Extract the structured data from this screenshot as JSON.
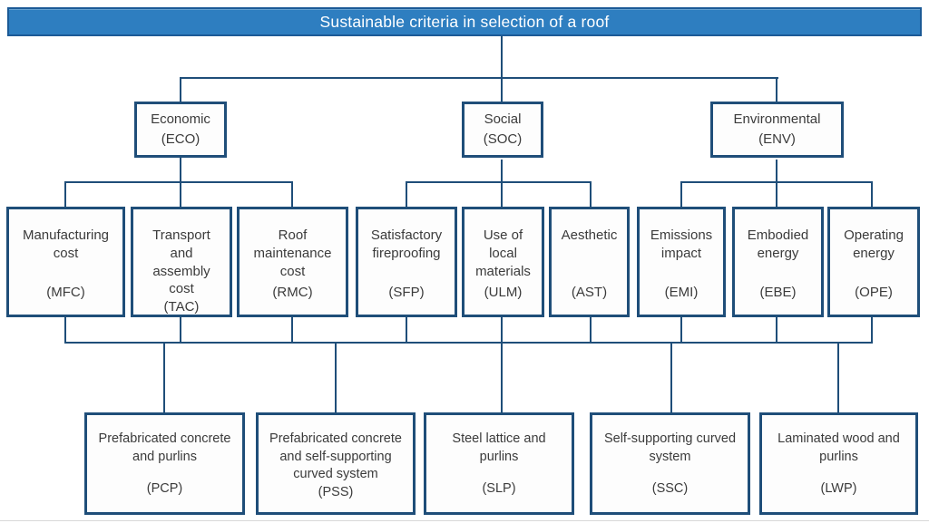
{
  "diagram": {
    "title": "Sustainable criteria in selection of a roof",
    "criteria": [
      {
        "label": "Economic",
        "code": "(ECO)"
      },
      {
        "label": "Social",
        "code": "(SOC)"
      },
      {
        "label": "Environmental",
        "code": "(ENV)"
      }
    ],
    "subcriteria": [
      {
        "label": "Manufacturing cost",
        "code": "(MFC)"
      },
      {
        "label": "Transport and assembly cost",
        "code": "(TAC)"
      },
      {
        "label": "Roof maintenance cost",
        "code": "(RMC)"
      },
      {
        "label": "Satisfactory fireproofing",
        "code": "(SFP)"
      },
      {
        "label": "Use of local materials",
        "code": "(ULM)"
      },
      {
        "label": "Aesthetic",
        "code": "(AST)"
      },
      {
        "label": "Emissions impact",
        "code": "(EMI)"
      },
      {
        "label": "Embodied energy",
        "code": "(EBE)"
      },
      {
        "label": "Operating energy",
        "code": "(OPE)"
      }
    ],
    "alternatives": [
      {
        "label": "Prefabricated concrete and purlins",
        "code": "(PCP)"
      },
      {
        "label": "Prefabricated concrete and self-supporting curved system",
        "code": "(PSS)"
      },
      {
        "label": "Steel lattice and purlins",
        "code": "(SLP)"
      },
      {
        "label": "Self-supporting curved system",
        "code": "(SSC)"
      },
      {
        "label": "Laminated wood and purlins",
        "code": "(LWP)"
      }
    ],
    "colors": {
      "banner_fill": "#2E7EC0",
      "banner_border": "#1C5A96",
      "node_border": "#1F4E79",
      "connector": "#1F4E79"
    }
  }
}
